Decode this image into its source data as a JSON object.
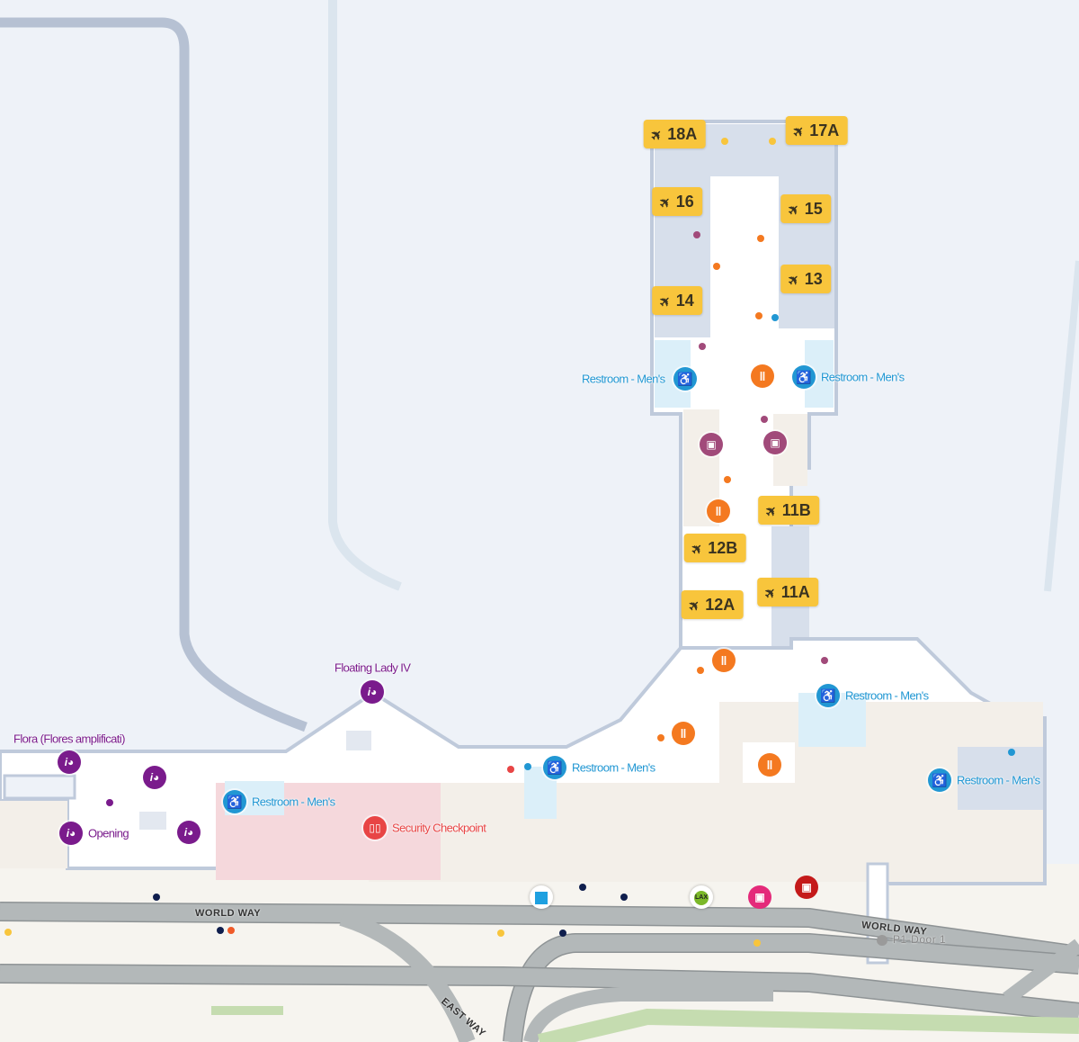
{
  "colors": {
    "background": "#eef2f8",
    "gate": "#f8c53c",
    "restroom": "#2197d3",
    "food": "#f47920",
    "shop": "#a14a7a",
    "art": "#7a1b8c",
    "security": "#e84545",
    "road": "#b3b8b9"
  },
  "gates": [
    "18A",
    "17A",
    "16",
    "15",
    "14",
    "13",
    "11B",
    "12B",
    "11A",
    "12A"
  ],
  "gate_icon": "airplane-icon",
  "restrooms": {
    "label": "Restroom - Men's",
    "icon": "restroom-men-accessible-icon"
  },
  "security": {
    "label": "Security Checkpoint",
    "icon": "security-checkpoint-icon"
  },
  "art": {
    "floating_lady": "Floating Lady IV",
    "flora": "Flora (Flores amplificati)",
    "opening": "Opening",
    "icon": "art-palette-icon"
  },
  "food_icon": "fork-knife-icon",
  "shop_icon": "shopping-icon",
  "roads": {
    "world_way": "WORLD WAY",
    "world_way_2": "WORLD WAY",
    "east_way": "EAST WAY",
    "door": "P1-Door 1"
  },
  "transport": {
    "flyaway": "flyaway-bus-icon",
    "lax_it": "LAX",
    "shuttle": "shuttle-bus-icon",
    "bus": "bus-icon"
  }
}
